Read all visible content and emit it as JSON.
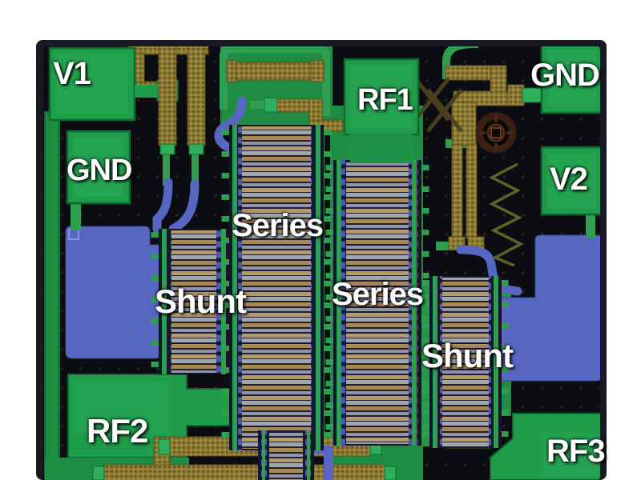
{
  "labels": {
    "v1": "V1",
    "gnd_top": "GND",
    "rf1": "RF1",
    "gnd_left": "GND",
    "v2": "V2",
    "series_left": "Series",
    "shunt_left": "Shunt",
    "series_right": "Series",
    "shunt_right": "Shunt",
    "rf2": "RF2",
    "rf3": "RF3"
  },
  "colors": {
    "pad_green": "#1f9d4b",
    "ground_green": "#1f8c43",
    "trace_green": "#2f9e50",
    "metal_gold": "#8d7a33",
    "capacitor_blue": "#5766c0",
    "via_blue": "#4d58b4",
    "field_black": "#0c0d12",
    "frame_dark": "#181822",
    "label_white": "#ffffff"
  },
  "structures": {
    "banks": [
      "shunt-switch-bank-left",
      "series-switch-bank-left",
      "series-switch-bank-right",
      "shunt-switch-bank-right"
    ],
    "markers": [
      "alignment-cross-marks",
      "circular-alignment-marker",
      "meander-resistor"
    ]
  }
}
